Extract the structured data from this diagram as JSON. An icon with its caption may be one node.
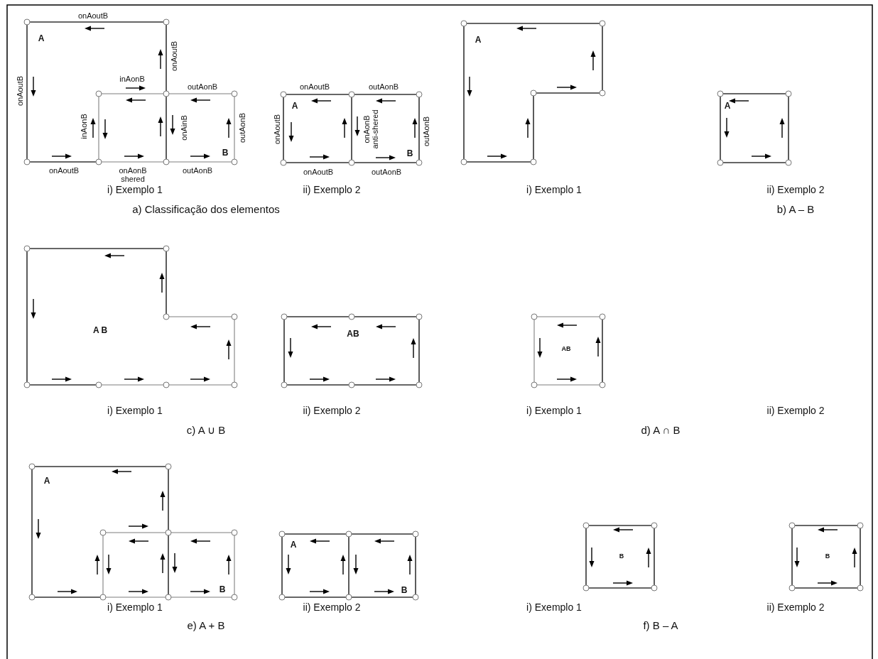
{
  "diagram": {
    "labels": [
      "onAoutB",
      "A",
      "onAoutB",
      "onAoutB",
      "inAonB",
      "outAonB",
      "onAoutB",
      "outAonB",
      "A",
      "inAonB",
      "onAinB",
      "outAonB",
      "onAoutB",
      "onAonB anti-shered",
      "outAonB",
      "B",
      "B",
      "onAoutB",
      "onAonB shered",
      "outAonB",
      "onAoutB",
      "outAonB",
      "i) Exemplo 1",
      "ii) Exemplo 2",
      "a) Classificação dos elementos",
      "A",
      "A",
      "i) Exemplo 1",
      "ii) Exemplo 2",
      "b) A – B",
      "A B",
      "AB",
      "i) Exemplo 1",
      "ii) Exemplo 2",
      "c) A ∪ B",
      "AB",
      "i) Exemplo 1",
      "ii) Exemplo 2",
      "d) A ∩ B",
      "A",
      "B",
      "A",
      "B",
      "i) Exemplo 1",
      "ii) Exemplo 2",
      "e) A + B",
      "B",
      "B",
      "i) Exemplo 1",
      "ii) Exemplo 2",
      "f) B – A"
    ]
  }
}
